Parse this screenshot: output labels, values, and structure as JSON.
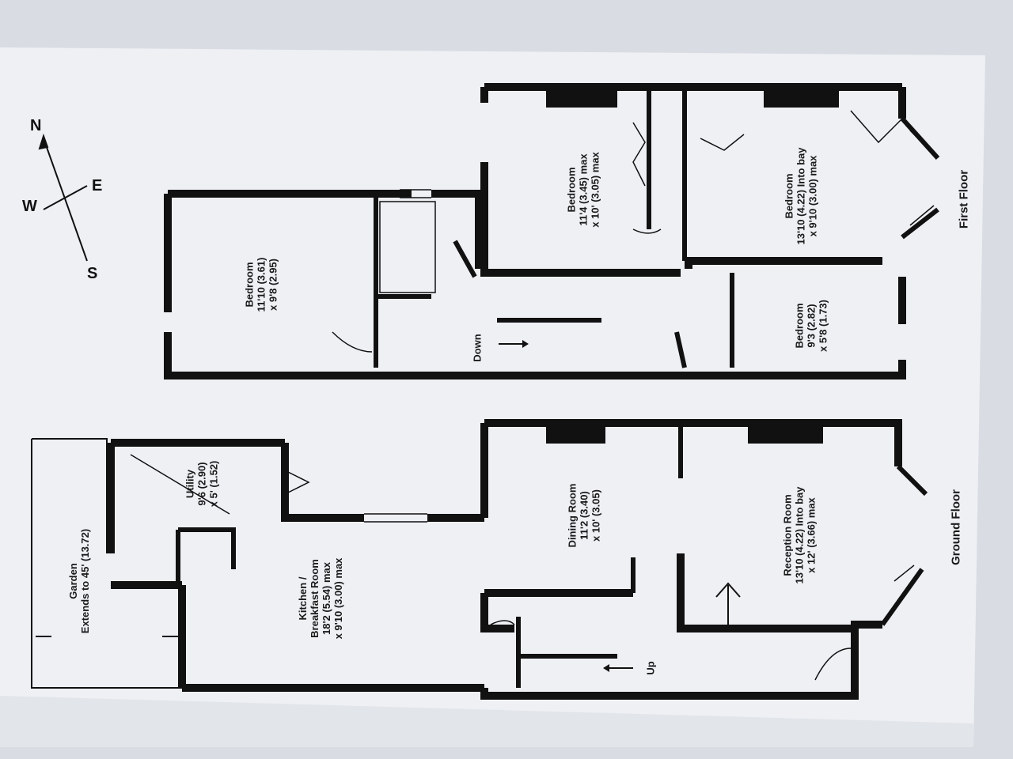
{
  "compass": {
    "n": "N",
    "e": "E",
    "s": "S",
    "w": "W"
  },
  "first_floor": {
    "label": "First Floor",
    "down_label": "Down",
    "rooms": [
      {
        "name": "Bedroom",
        "dims1": "11'10 (3.61)",
        "dims2": "x 9'8 (2.95)"
      },
      {
        "name": "Bedroom",
        "dims1": "11'4 (3.45) max",
        "dims2": "x 10' (3.05) max"
      },
      {
        "name": "Bedroom",
        "dims1": "13'10 (4.22) Into bay",
        "dims2": "x 9'10 (3.00) max"
      },
      {
        "name": "Bedroom",
        "dims1": "9'3 (2.82)",
        "dims2": "x 5'8 (1.73)"
      }
    ]
  },
  "ground_floor": {
    "label": "Ground Floor",
    "up_label": "Up",
    "rooms": [
      {
        "name": "Garden",
        "dims1": "Extends to 45' (13.72)",
        "dims2": ""
      },
      {
        "name": "Utility",
        "dims1": "9'6 (2.90)",
        "dims2": "x 5' (1.52)"
      },
      {
        "name": "Kitchen /",
        "dims1": "Breakfast Room",
        "dims2": "18'2 (5.54) max",
        "dims3": "x 9'10 (3.00) max"
      },
      {
        "name": "Dining Room",
        "dims1": "11'2 (3.40)",
        "dims2": "x 10' (3.05)"
      },
      {
        "name": "Reception Room",
        "dims1": "13'10 (4.22) Into bay",
        "dims2": "x 12' (3.66) max"
      }
    ]
  },
  "colors": {
    "wall": "#111111",
    "paper": "#eef0f4",
    "background": "#d9dde3"
  }
}
